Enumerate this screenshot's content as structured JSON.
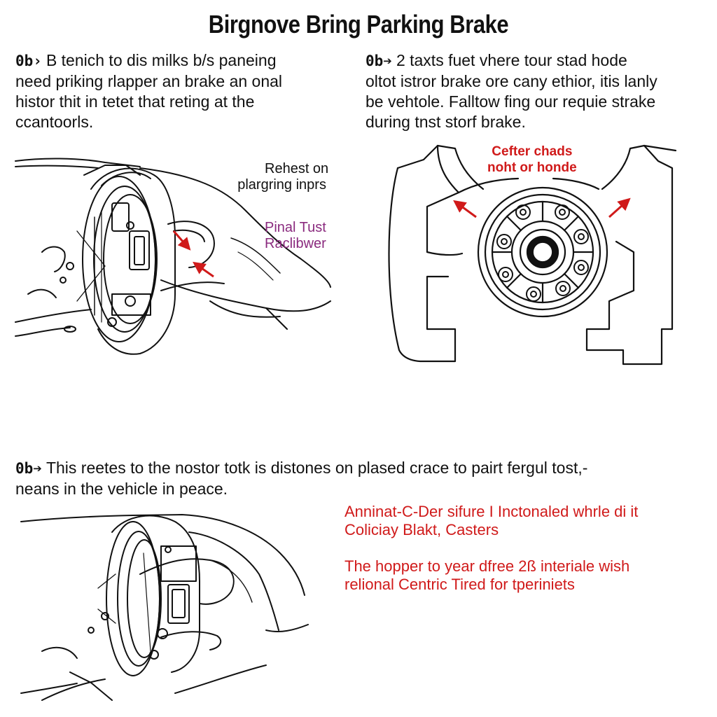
{
  "title": "Birgnove Bring Parking Brake",
  "steps": [
    {
      "num": "0b›",
      "lines": [
        "B tenich to dis milks b/s paneing",
        "need priking rlapper an brake an onal",
        "histor thit in tetet that reting at the",
        "ccantoorls."
      ]
    },
    {
      "num": "0b➔",
      "lines": [
        "2 taxts fuet vhere tour stad hode",
        "oltot istror brake ore cany ethior, itis lanly",
        "be vehtole. Falltow fing our requie strake",
        "during tnst storf brake."
      ]
    },
    {
      "num": "0b➔",
      "lines": [
        "This reetes to the nostor totk is distones on plased crace to pairt fergul tost,-",
        "neans in the vehicle in peace."
      ]
    }
  ],
  "labels": {
    "fig1_label_a": [
      "Rehest on",
      "plargring inprs"
    ],
    "fig1_label_b": [
      "Pinal Tust",
      "Raclibwer"
    ],
    "fig2_label": [
      "Cefter chads",
      "noht or honde"
    ],
    "note1": [
      "Anninat-C-Der sifure I Inctonaled whrle di it",
      "Coliciay Blakt,  Casters"
    ],
    "note2": [
      "The hopper to year dfree 2ß interiale wish",
      "relional Centric Tired for tperiniets"
    ]
  },
  "colors": {
    "accent_red": "#d01a1a",
    "label_purple": "#8a2a7e",
    "ink": "#111111"
  }
}
